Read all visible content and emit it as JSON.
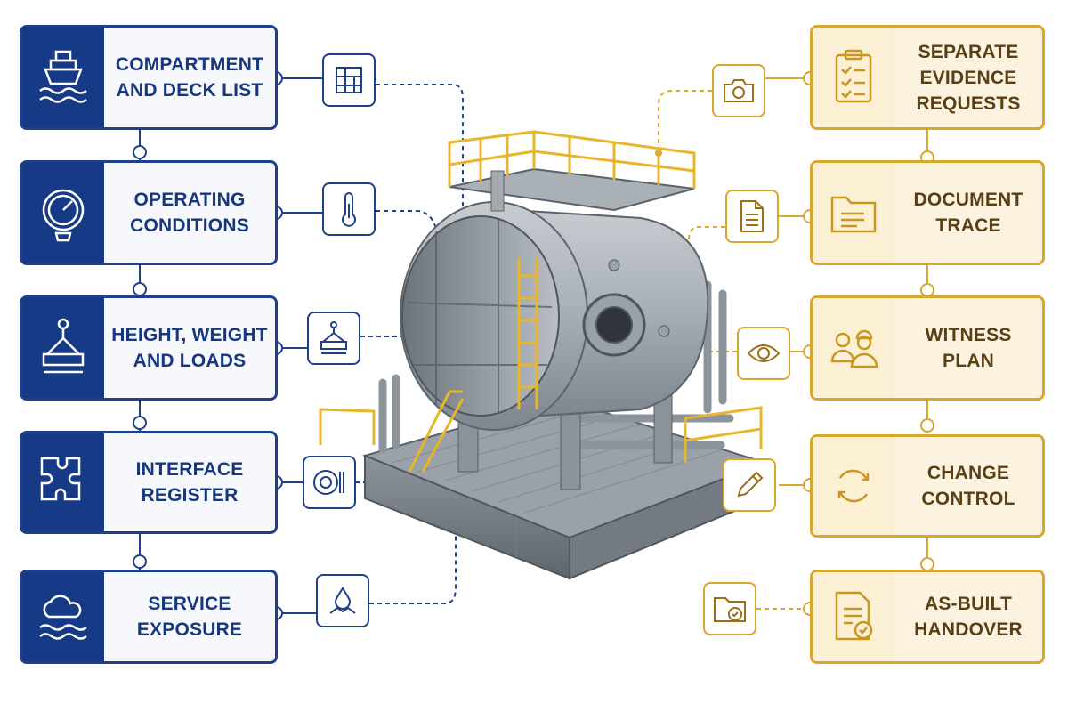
{
  "left_steps": [
    {
      "line1": "COMPARTMENT",
      "line2": "AND DECK LIST",
      "icon": "ship-icon",
      "small_icon": "deck-plan-icon"
    },
    {
      "line1": "OPERATING",
      "line2": "CONDITIONS",
      "icon": "gauge-icon",
      "small_icon": "thermometer-icon"
    },
    {
      "line1": "HEIGHT, WEIGHT",
      "line2": "AND LOADS",
      "icon": "lifting-load-icon",
      "small_icon": "crane-hook-icon"
    },
    {
      "line1": "INTERFACE",
      "line2": "REGISTER",
      "icon": "puzzle-icon",
      "small_icon": "flange-valve-icon"
    },
    {
      "line1": "SERVICE",
      "line2": "EXPOSURE",
      "icon": "weather-waves-icon",
      "small_icon": "water-drop-icon"
    }
  ],
  "right_steps": [
    {
      "line1": "SEPARATE",
      "line2": "EVIDENCE",
      "line3": "REQUESTS",
      "icon": "checklist-icon",
      "small_icon": "camera-icon"
    },
    {
      "line1": "DOCUMENT",
      "line2": "TRACE",
      "icon": "folder-icon",
      "small_icon": "document-icon"
    },
    {
      "line1": "WITNESS",
      "line2": "PLAN",
      "icon": "inspectors-icon",
      "small_icon": "eye-icon"
    },
    {
      "line1": "CHANGE",
      "line2": "CONTROL",
      "icon": "cycle-arrows-icon",
      "small_icon": "pencil-icon"
    },
    {
      "line1": "AS-BUILT",
      "line2": "HANDOVER",
      "icon": "approved-document-icon",
      "small_icon": "approved-folder-icon"
    }
  ],
  "center_image": "skid-mounted-pressure-vessel",
  "colors": {
    "navy": "#1f3f8c",
    "navy_fill": "#173a86",
    "gold": "#d9a62e",
    "gold_fill": "#fbf3df",
    "steel": "#9aa3ac",
    "rail": "#e8b52b"
  }
}
